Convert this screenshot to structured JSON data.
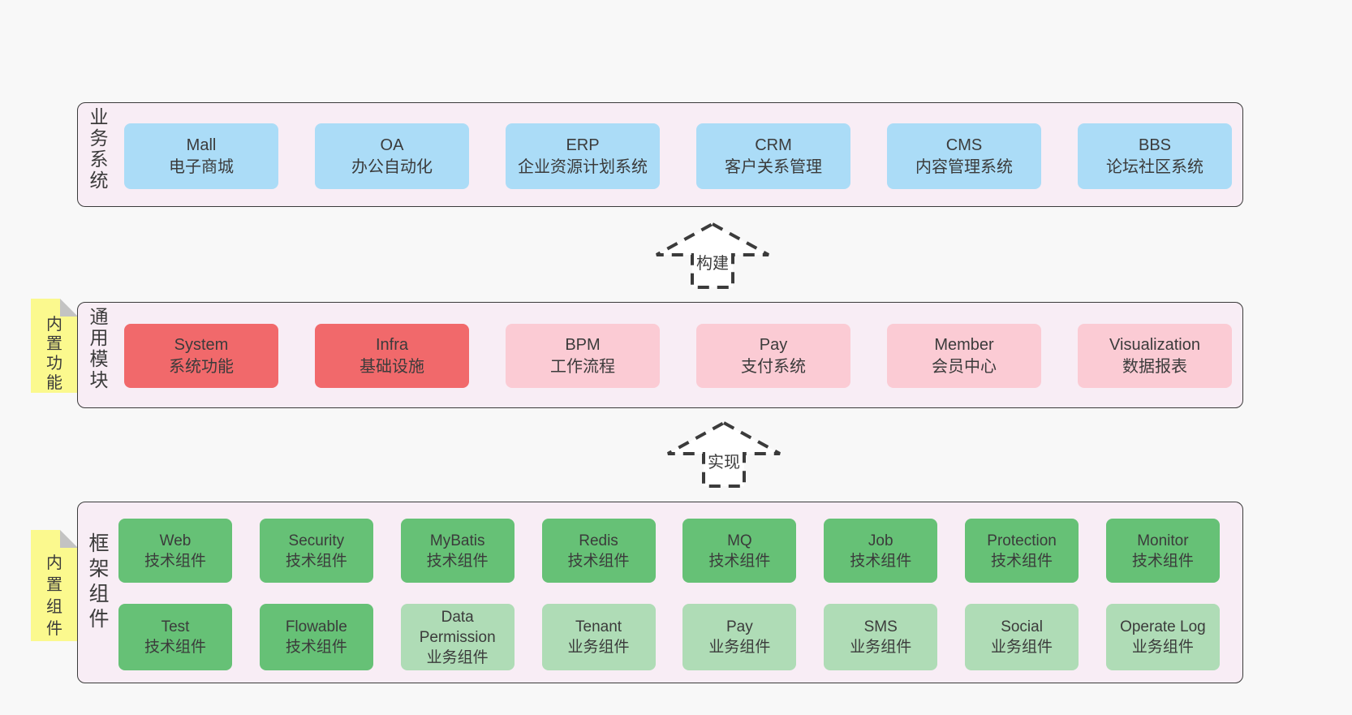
{
  "colors": {
    "page_bg": "#f8f8f8",
    "container_bg": "#f8edf5",
    "container_border": "#3b3b3b",
    "blue_box": "#abdcf7",
    "red_box": "#f1696b",
    "pink_box": "#fbcbd4",
    "green_box": "#66c176",
    "light_green_box": "#afdcb6",
    "note_yellow": "#fbf98e",
    "note_fold": "#c3c3c3",
    "text": "#3b3b3b",
    "arrow_stroke": "#3b3b3b",
    "arrow_fill": "#ffffff"
  },
  "arrows": [
    {
      "label": "构建"
    },
    {
      "label": "实现"
    }
  ],
  "layers": [
    {
      "label": "业务系统",
      "boxes": [
        {
          "name": "Mall",
          "subtitle": "电子商城"
        },
        {
          "name": "OA",
          "subtitle": "办公自动化"
        },
        {
          "name": "ERP",
          "subtitle": "企业资源计划系统"
        },
        {
          "name": "CRM",
          "subtitle": "客户关系管理"
        },
        {
          "name": "CMS",
          "subtitle": "内容管理系统"
        },
        {
          "name": "BBS",
          "subtitle": "论坛社区系统"
        }
      ]
    },
    {
      "label": "通用模块",
      "note": "内置功能",
      "boxes": [
        {
          "name": "System",
          "subtitle": "系统功能"
        },
        {
          "name": "Infra",
          "subtitle": "基础设施"
        },
        {
          "name": "BPM",
          "subtitle": "工作流程"
        },
        {
          "name": "Pay",
          "subtitle": "支付系统"
        },
        {
          "name": "Member",
          "subtitle": "会员中心"
        },
        {
          "name": "Visualization",
          "subtitle": "数据报表"
        }
      ]
    },
    {
      "label": "框架组件",
      "note": "内置组件",
      "rows": [
        [
          {
            "name": "Web",
            "subtitle": "技术组件"
          },
          {
            "name": "Security",
            "subtitle": "技术组件"
          },
          {
            "name": "MyBatis",
            "subtitle": "技术组件"
          },
          {
            "name": "Redis",
            "subtitle": "技术组件"
          },
          {
            "name": "MQ",
            "subtitle": "技术组件"
          },
          {
            "name": "Job",
            "subtitle": "技术组件"
          },
          {
            "name": "Protection",
            "subtitle": "技术组件"
          },
          {
            "name": "Monitor",
            "subtitle": "技术组件"
          }
        ],
        [
          {
            "name": "Test",
            "subtitle": "技术组件"
          },
          {
            "name": "Flowable",
            "subtitle": "技术组件"
          },
          {
            "name": "Data Permission",
            "subtitle": "业务组件"
          },
          {
            "name": "Tenant",
            "subtitle": "业务组件"
          },
          {
            "name": "Pay",
            "subtitle": "业务组件"
          },
          {
            "name": "SMS",
            "subtitle": "业务组件"
          },
          {
            "name": "Social",
            "subtitle": "业务组件"
          },
          {
            "name": "Operate Log",
            "subtitle": "业务组件"
          }
        ]
      ]
    }
  ]
}
